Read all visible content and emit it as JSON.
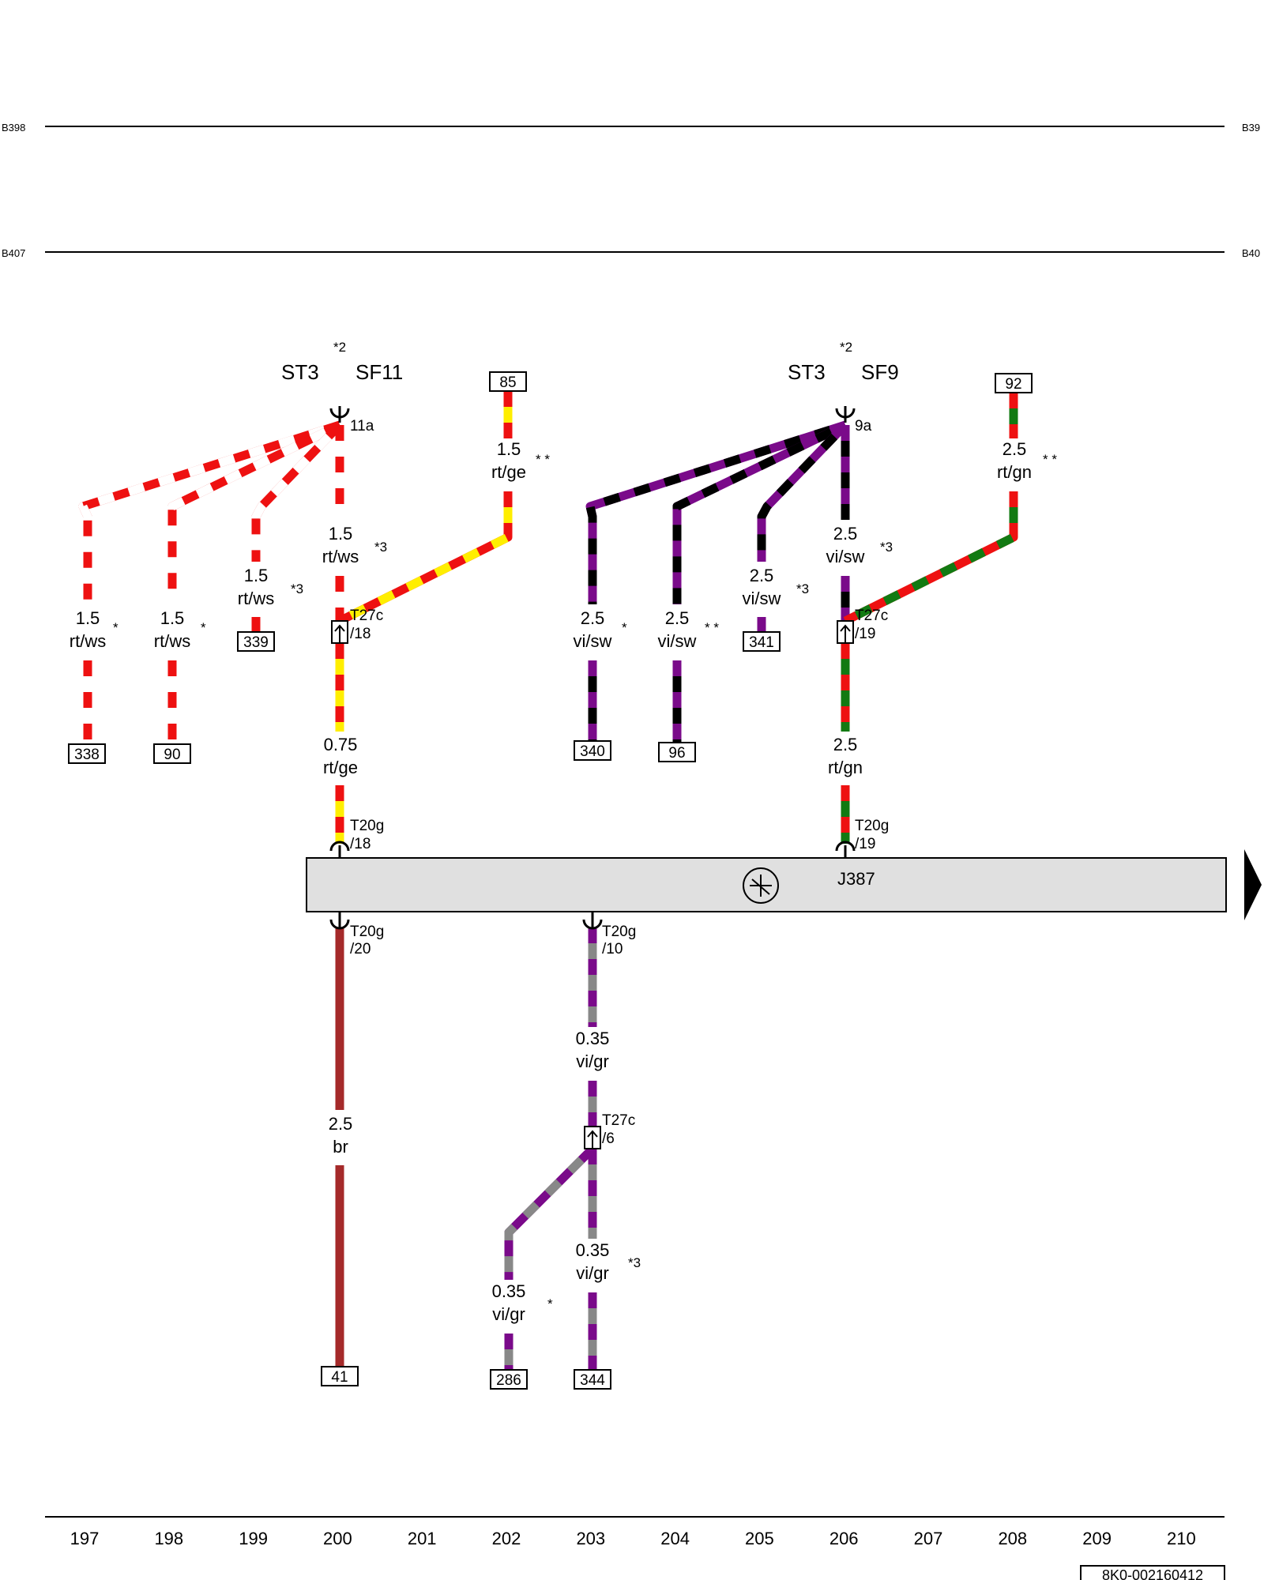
{
  "refs": {
    "top_left": "B398",
    "top_right": "B39",
    "mid_left": "B407",
    "mid_right": "B40"
  },
  "fuses": {
    "st3_left": "ST3",
    "sf11": "SF11",
    "pin_11a": "11a",
    "note_left": "*2",
    "st3_right": "ST3",
    "sf9": "SF9",
    "pin_9a": "9a",
    "note_right": "*2"
  },
  "wires": [
    {
      "id": "w1",
      "size": "1.5",
      "color": "rt/ws",
      "note": "*",
      "c1": "#ee1111",
      "c2": "#ffffff"
    },
    {
      "id": "w2",
      "size": "1.5",
      "color": "rt/ws",
      "note": "*",
      "c1": "#ee1111",
      "c2": "#ffffff"
    },
    {
      "id": "w3",
      "size": "1.5",
      "color": "rt/ws",
      "note": "*3",
      "c1": "#ee1111",
      "c2": "#ffffff"
    },
    {
      "id": "w4",
      "size": "1.5",
      "color": "rt/ws",
      "note": "*3",
      "c1": "#ee1111",
      "c2": "#ffffff"
    },
    {
      "id": "w5",
      "size": "1.5",
      "color": "rt/ge",
      "note": "* *",
      "c1": "#ee1111",
      "c2": "#ffee00"
    },
    {
      "id": "w6",
      "size": "0.75",
      "color": "rt/ge",
      "note": "",
      "c1": "#ee1111",
      "c2": "#ffee00"
    },
    {
      "id": "w7",
      "size": "2.5",
      "color": "vi/sw",
      "note": "*",
      "c1": "#7a0a8a",
      "c2": "#000000"
    },
    {
      "id": "w8",
      "size": "2.5",
      "color": "vi/sw",
      "note": "* *",
      "c1": "#7a0a8a",
      "c2": "#000000"
    },
    {
      "id": "w9",
      "size": "2.5",
      "color": "vi/sw",
      "note": "*3",
      "c1": "#7a0a8a",
      "c2": "#000000"
    },
    {
      "id": "w10",
      "size": "2.5",
      "color": "vi/sw",
      "note": "*3",
      "c1": "#7a0a8a",
      "c2": "#000000"
    },
    {
      "id": "w11",
      "size": "2.5",
      "color": "rt/gn",
      "note": "* *",
      "c1": "#ee1111",
      "c2": "#127a12"
    },
    {
      "id": "w12",
      "size": "2.5",
      "color": "rt/gn",
      "note": "",
      "c1": "#ee1111",
      "c2": "#127a12"
    },
    {
      "id": "w13",
      "size": "2.5",
      "color": "br",
      "note": "",
      "c1": "#a52a2a",
      "c2": "#a52a2a"
    },
    {
      "id": "w14",
      "size": "0.35",
      "color": "vi/gr",
      "note": "",
      "c1": "#7a0a8a",
      "c2": "#888888"
    },
    {
      "id": "w15",
      "size": "0.35",
      "color": "vi/gr",
      "note": "*3",
      "c1": "#7a0a8a",
      "c2": "#888888"
    },
    {
      "id": "w16",
      "size": "0.35",
      "color": "vi/gr",
      "note": "*",
      "c1": "#7a0a8a",
      "c2": "#888888"
    }
  ],
  "connectors": {
    "t27c_18": {
      "name": "T27c",
      "pin": "/18"
    },
    "t27c_19": {
      "name": "T27c",
      "pin": "/19"
    },
    "t27c_6": {
      "name": "T27c",
      "pin": "/6"
    },
    "t20g_18": {
      "name": "T20g",
      "pin": "/18"
    },
    "t20g_19": {
      "name": "T20g",
      "pin": "/19"
    },
    "t20g_20": {
      "name": "T20g",
      "pin": "/20"
    },
    "t20g_10": {
      "name": "T20g",
      "pin": "/10"
    }
  },
  "terminals": {
    "t338": "338",
    "t90": "90",
    "t339": "339",
    "t85": "85",
    "t340": "340",
    "t96": "96",
    "t341": "341",
    "t92": "92",
    "t41": "41",
    "t286": "286",
    "t344": "344"
  },
  "component": {
    "label": "J387",
    "fill": "#e0e0e0"
  },
  "columns": [
    "197",
    "198",
    "199",
    "200",
    "201",
    "202",
    "203",
    "204",
    "205",
    "206",
    "207",
    "208",
    "209",
    "210"
  ],
  "doc_id": "8K0-002160412"
}
